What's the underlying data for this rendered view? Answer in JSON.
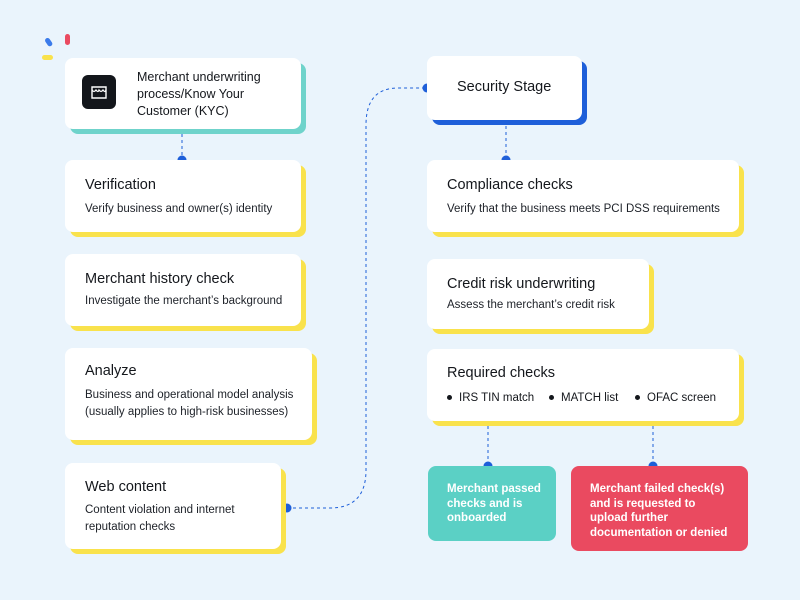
{
  "colors": {
    "background": "#eaf4fc",
    "connector": "#1e5fd9",
    "teal_accent": "#6fd3cb",
    "yellow_accent": "#f9e24c",
    "blue_accent": "#1e5fd9",
    "pass": "#5bd0c5",
    "fail": "#ea4a60"
  },
  "kyc": {
    "icon": "storefront-icon",
    "text": "Merchant underwriting process/Know Your Customer (KYC)"
  },
  "left_steps": [
    {
      "title": "Verification",
      "desc": "Verify business and owner(s) identity"
    },
    {
      "title": "Merchant history check",
      "desc": "Investigate the merchant’s background"
    },
    {
      "title": "Analyze",
      "desc": "Business and operational model analysis (usually applies to high-risk businesses)"
    },
    {
      "title": "Web content",
      "desc": "Content violation and internet reputation checks"
    }
  ],
  "security": {
    "title": "Security Stage"
  },
  "right_steps": [
    {
      "title": "Compliance checks",
      "desc": "Verify that the business meets PCI DSS requirements"
    },
    {
      "title": "Credit risk underwriting",
      "desc": "Assess the merchant’s credit risk"
    }
  ],
  "required": {
    "title": "Required checks",
    "items": [
      "IRS TIN match",
      "MATCH list",
      "OFAC screen"
    ]
  },
  "outcomes": {
    "pass": "Merchant passed checks and is onboarded",
    "fail": "Merchant failed check(s) and is requested to upload further documentation or denied"
  }
}
